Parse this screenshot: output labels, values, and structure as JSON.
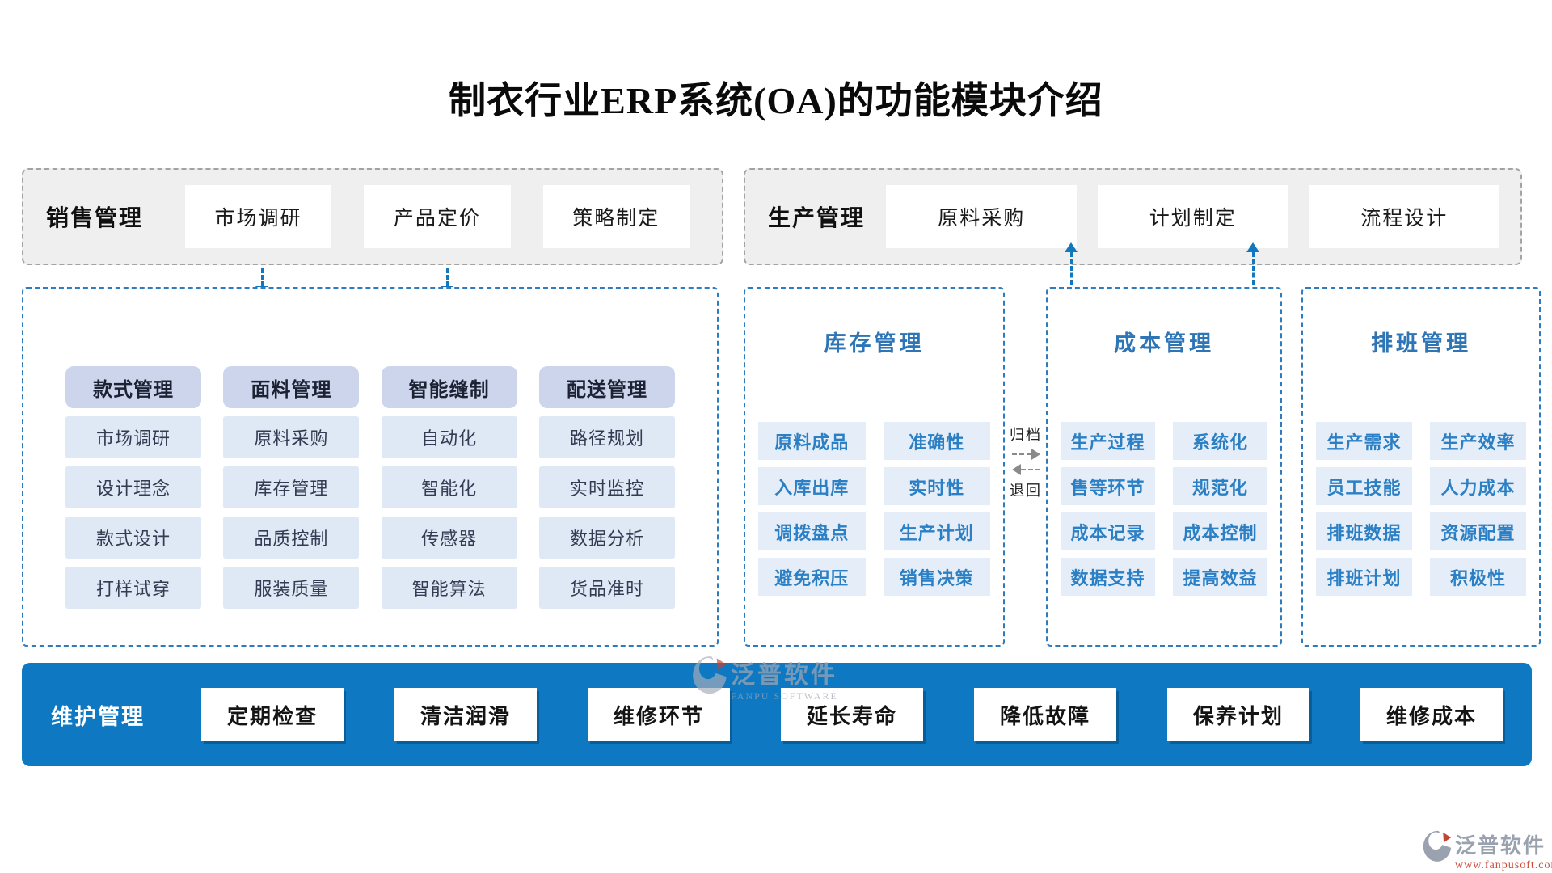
{
  "title": "制衣行业ERP系统(OA)的功能模块介绍",
  "top_groups": [
    {
      "label": "销售管理",
      "items": [
        "市场调研",
        "产品定价",
        "策略制定"
      ]
    },
    {
      "label": "生产管理",
      "items": [
        "原料采购",
        "计划制定",
        "流程设计"
      ]
    }
  ],
  "left_panel": {
    "columns": [
      {
        "header": "款式管理",
        "items": [
          "市场调研",
          "设计理念",
          "款式设计",
          "打样试穿"
        ]
      },
      {
        "header": "面料管理",
        "items": [
          "原料采购",
          "库存管理",
          "品质控制",
          "服装质量"
        ]
      },
      {
        "header": "智能缝制",
        "items": [
          "自动化",
          "智能化",
          "传感器",
          "智能算法"
        ]
      },
      {
        "header": "配送管理",
        "items": [
          "路径规划",
          "实时监控",
          "数据分析",
          "货品准时"
        ]
      }
    ]
  },
  "right_panels": [
    {
      "title": "库存管理",
      "left_items": [
        "原料成品",
        "入库出库",
        "调拨盘点",
        "避免积压"
      ],
      "right_items": [
        "准确性",
        "实时性",
        "生产计划",
        "销售决策"
      ]
    },
    {
      "title": "成本管理",
      "left_items": [
        "生产过程",
        "售等环节",
        "成本记录",
        "数据支持"
      ],
      "right_items": [
        "系统化",
        "规范化",
        "成本控制",
        "提高效益"
      ]
    },
    {
      "title": "排班管理",
      "left_items": [
        "生产需求",
        "员工技能",
        "排班数据",
        "排班计划"
      ],
      "right_items": [
        "生产效率",
        "人力成本",
        "资源配置",
        "积极性"
      ]
    }
  ],
  "connector": {
    "archive_label": "归档",
    "return_label": "退回"
  },
  "bottom_bar": {
    "label": "维护管理",
    "items": [
      "定期检查",
      "清洁润滑",
      "维修环节",
      "延长寿命",
      "降低故障",
      "保养计划",
      "维修成本"
    ]
  },
  "watermarks": {
    "center": {
      "brand": "泛普软件",
      "sub": "FANPU SOFTWARE"
    },
    "corner": {
      "brand": "泛普软件",
      "url": "www.fanpusoft.com"
    }
  },
  "icons": {
    "watermark_logo": "fanpu-swoosh-logo"
  },
  "colors": {
    "accent_blue": "#2e7bbf",
    "arrow_blue": "#1178be",
    "bar_blue": "#0e79c2",
    "group_bg": "#efefef",
    "group_border": "#a3a3a3",
    "column_header_bg": "#ccd5ec",
    "left_item_bg": "#dfe9f5",
    "right_item_bg": "#e5eef8",
    "right_item_text": "#2b7fc4",
    "watermark_url_color": "#cc4a3a"
  }
}
